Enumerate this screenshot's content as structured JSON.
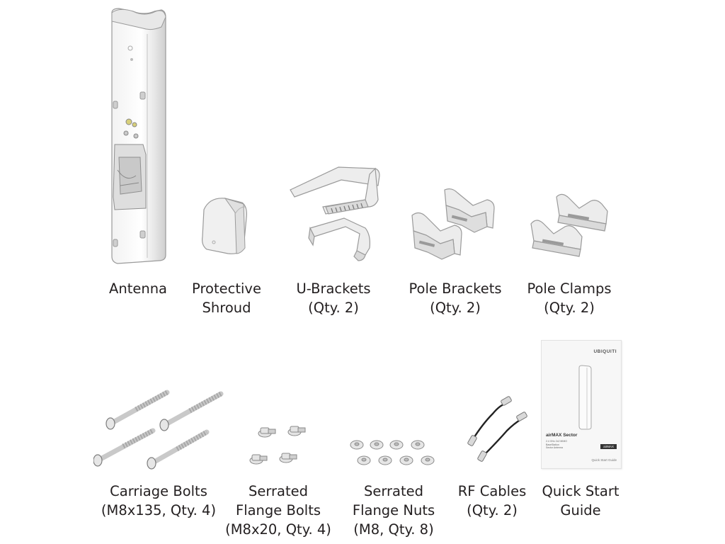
{
  "items": [
    {
      "name": "antenna",
      "label": [
        "Antenna"
      ]
    },
    {
      "name": "protective-shroud",
      "label": [
        "Protective",
        "Shroud"
      ]
    },
    {
      "name": "u-brackets",
      "label": [
        "U-Brackets",
        "(Qty. 2)"
      ]
    },
    {
      "name": "pole-brackets",
      "label": [
        "Pole Brackets",
        "(Qty. 2)"
      ]
    },
    {
      "name": "pole-clamps",
      "label": [
        "Pole Clamps",
        "(Qty. 2)"
      ]
    },
    {
      "name": "carriage-bolts",
      "label": [
        "Carriage Bolts",
        "(M8x135, Qty. 4)"
      ]
    },
    {
      "name": "serrated-flange-bolts",
      "label": [
        "Serrated",
        "Flange Bolts",
        "(M8x20, Qty. 4)"
      ]
    },
    {
      "name": "serrated-flange-nuts",
      "label": [
        "Serrated",
        "Flange Nuts",
        "(M8, Qty. 8)"
      ]
    },
    {
      "name": "rf-cables",
      "label": [
        "RF Cables",
        "(Qty. 2)"
      ]
    },
    {
      "name": "quick-start-guide",
      "label": [
        "Quick Start",
        "Guide"
      ]
    }
  ],
  "guide_cover": {
    "brand": "UBIQUITI",
    "product_line": "airMAX Sector",
    "spec_lines": [
      "2.4 GHz 2x2 MIMO",
      "BaseStation",
      "Sector Antenna"
    ],
    "badge": "airMAX",
    "footer": "Quick Start Guide"
  }
}
